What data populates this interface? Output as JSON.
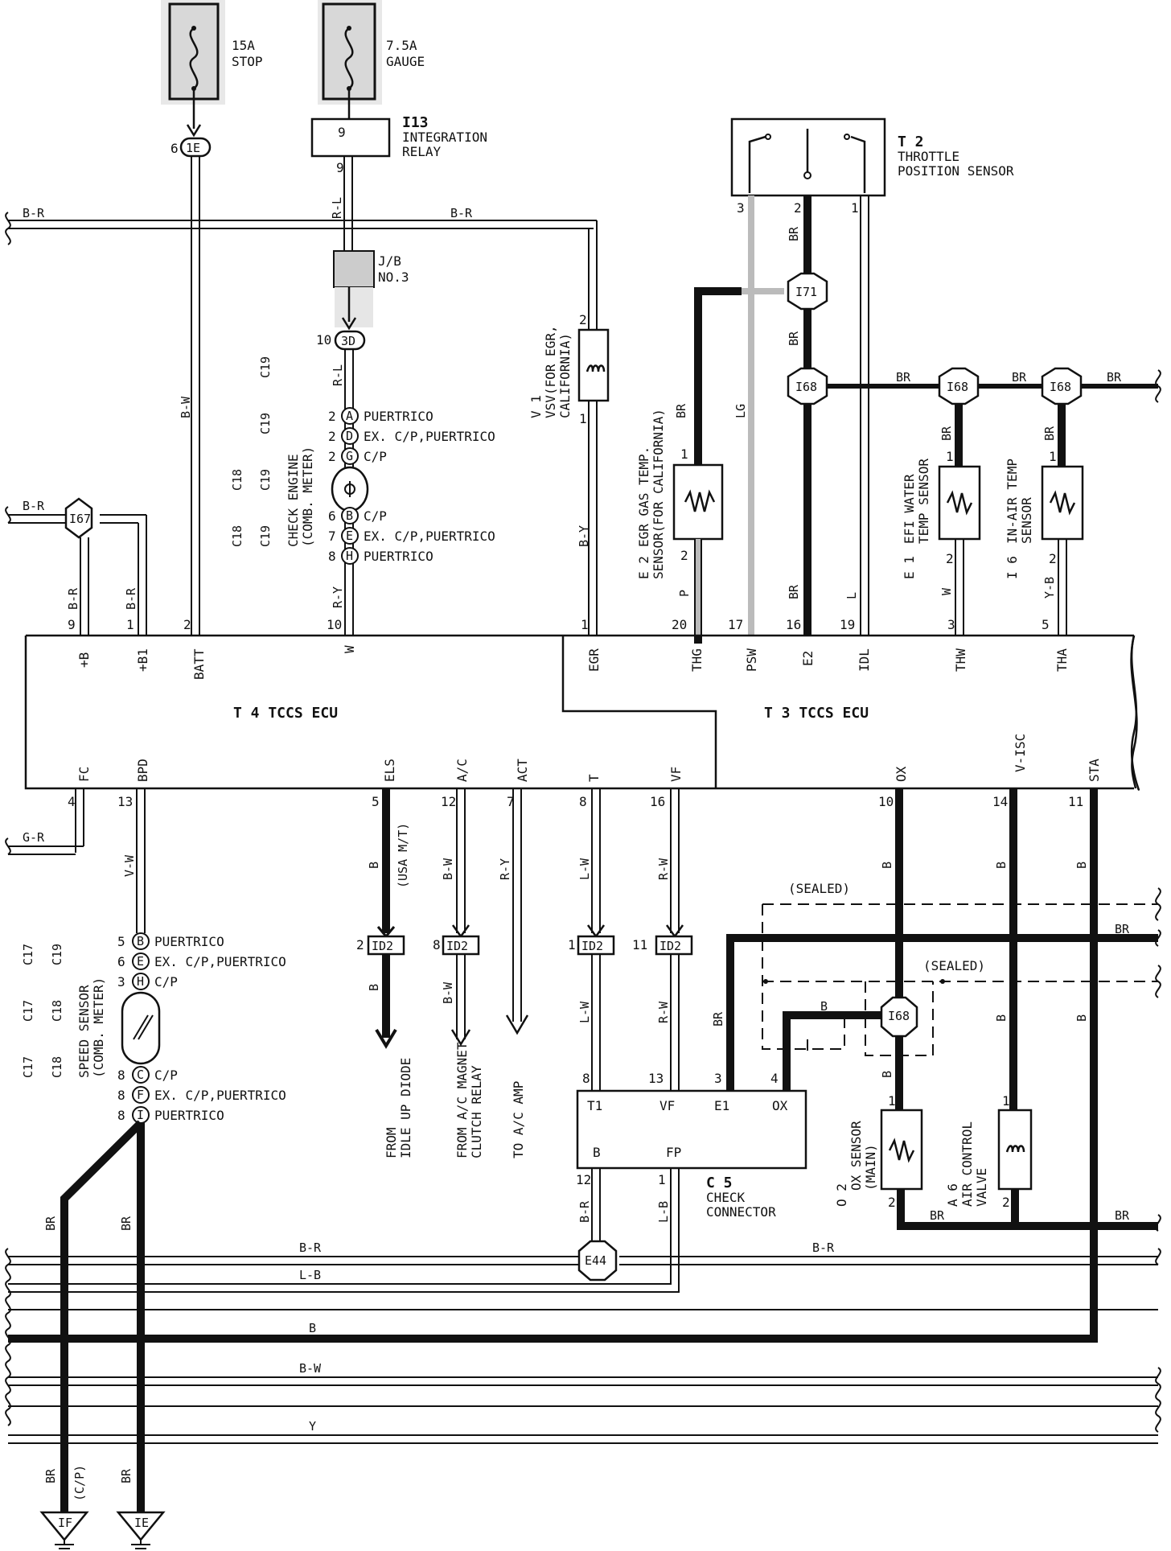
{
  "fuses": [
    {
      "amps": "15A",
      "name": "STOP"
    },
    {
      "amps": "7.5A",
      "name": "GAUGE"
    }
  ],
  "relay": {
    "id": "I13",
    "line1": "INTEGRATION",
    "line2": "RELAY",
    "pin_in": "9",
    "pin_out": "9"
  },
  "junction_block": {
    "line1": "J/B",
    "line2": "NO.3",
    "connector": "3D",
    "pin": "10"
  },
  "connector_1e": {
    "id": "1E",
    "pin": "6"
  },
  "sensors": {
    "throttle": {
      "id": "T 2",
      "line1": "THROTTLE",
      "line2": "POSITION SENSOR",
      "pins": [
        "3",
        "2",
        "1"
      ]
    },
    "vsv": {
      "id": "V 1",
      "line1": "VSV(FOR EGR,",
      "line2": "CALIFORNIA)",
      "pin_top": "2",
      "pin_bot": "1"
    },
    "egr_temp": {
      "id": "E 2",
      "line1": "EGR GAS TEMP.",
      "line2": "SENSOR(FOR CALIFORNIA)",
      "pin_top": "1",
      "pin_bot": "2"
    },
    "efi_water": {
      "id": "E 1",
      "line1": "EFI WATER",
      "line2": "TEMP SENSOR",
      "pin_top": "1",
      "pin_bot": "2"
    },
    "in_air": {
      "id": "I 6",
      "line1": "IN-AIR TEMP",
      "line2": "SENSOR",
      "pin_top": "1",
      "pin_bot": "2"
    },
    "ox": {
      "id": "O 2",
      "line1": "OX SENSOR",
      "line2": "(MAIN)",
      "pin_top": "1",
      "pin_bot": "2"
    },
    "air_valve": {
      "id": "A 6",
      "line1": "AIR CONTROL",
      "line2": "VALVE",
      "pin_top": "1",
      "pin_bot": "2"
    }
  },
  "check_engine": {
    "conn_b": "C18",
    "conn_b2": "C18",
    "line_a": "C19",
    "line_a2": "C19",
    "line_a3": "C19",
    "conn_h": "C19",
    "title1": "CHECK ENGINE",
    "title2": "(COMB. METER)",
    "rows_top": [
      {
        "pin": "2",
        "letter": "A",
        "label": "PUERTRICO"
      },
      {
        "pin": "2",
        "letter": "D",
        "label": "EX. C/P,PUERTRICO"
      },
      {
        "pin": "2",
        "letter": "G",
        "label": "C/P"
      }
    ],
    "rows_bot": [
      {
        "pin": "6",
        "letter": "B",
        "label": "C/P"
      },
      {
        "pin": "7",
        "letter": "E",
        "label": "EX. C/P,PUERTRICO"
      },
      {
        "pin": "8",
        "letter": "H",
        "label": "PUERTRICO"
      }
    ]
  },
  "speed_sensor": {
    "title1": "SPEED SENSOR",
    "title2": "(COMB. METER)",
    "c17": "C17",
    "c17b": "C17",
    "c17c": "C17",
    "c18": "C18",
    "c18b": "C18",
    "c19": "C19",
    "rows_top": [
      {
        "pin": "5",
        "letter": "B",
        "label": "PUERTRICO"
      },
      {
        "pin": "6",
        "letter": "E",
        "label": "EX. C/P,PUERTRICO"
      },
      {
        "pin": "3",
        "letter": "H",
        "label": "C/P"
      }
    ],
    "rows_bot": [
      {
        "pin": "8",
        "letter": "C",
        "label": "C/P"
      },
      {
        "pin": "8",
        "letter": "F",
        "label": "EX. C/P,PUERTRICO"
      },
      {
        "pin": "8",
        "letter": "I",
        "label": "PUERTRICO"
      }
    ]
  },
  "ecu": {
    "t4": "T 4 TCCS ECU",
    "t3": "T 3 TCCS ECU",
    "top_pins": [
      {
        "name": "+B",
        "pin": "9"
      },
      {
        "name": "+B1",
        "pin": "1"
      },
      {
        "name": "BATT",
        "pin": "2"
      },
      {
        "name": "W",
        "pin": "10"
      },
      {
        "name": "EGR",
        "pin": "1"
      },
      {
        "name": "THG",
        "pin": "20"
      },
      {
        "name": "PSW",
        "pin": "17"
      },
      {
        "name": "E2",
        "pin": "16"
      },
      {
        "name": "IDL",
        "pin": "19"
      },
      {
        "name": "THW",
        "pin": "3"
      },
      {
        "name": "THA",
        "pin": "5"
      }
    ],
    "bottom_pins": [
      {
        "name": "FC",
        "pin": "4"
      },
      {
        "name": "BPD",
        "pin": "13"
      },
      {
        "name": "ELS",
        "pin": "5"
      },
      {
        "name": "A/C",
        "pin": "12"
      },
      {
        "name": "ACT",
        "pin": "7"
      },
      {
        "name": "T",
        "pin": "8"
      },
      {
        "name": "VF",
        "pin": "16"
      },
      {
        "name": "OX",
        "pin": "10"
      },
      {
        "name": "V-ISC",
        "pin": "14"
      },
      {
        "name": "STA",
        "pin": "11"
      }
    ]
  },
  "wire_colors": {
    "br": "B-R",
    "br2": "B-R",
    "bw": "B-W",
    "rl": "R-L",
    "rl2": "R-L",
    "ry": "R-Y",
    "by": "B-Y",
    "brown": "BR",
    "lg": "LG",
    "p": "P",
    "l": "L",
    "w": "W",
    "yb": "Y-B",
    "gr": "G-R",
    "vw": "V-W",
    "b": "B",
    "ry2": "R-Y",
    "lw": "L-W",
    "rw": "R-W",
    "lb": "L-B",
    "y": "Y"
  },
  "id2": {
    "name": "ID2",
    "pins": [
      "2",
      "8",
      "1",
      "11"
    ]
  },
  "bottom_labels": {
    "idle": [
      "FROM",
      "IDLE UP DIODE"
    ],
    "ac": [
      "FROM A/C MAGNET",
      "CLUTCH RELAY"
    ],
    "amp": "TO A/C AMP",
    "usa_mt": "(USA M/T)"
  },
  "check_connector": {
    "id": "C 5",
    "line1": "CHECK",
    "line2": "CONNECTOR",
    "t1": "T1",
    "vf": "VF",
    "e1": "E1",
    "ox": "OX",
    "b": "B",
    "fp": "FP",
    "p8": "8",
    "p13": "13",
    "p3": "3",
    "p4": "4",
    "p12": "12",
    "p1": "1"
  },
  "sealed": "(SEALED)",
  "sealed2": "(SEALED)",
  "junctions": {
    "i67": "I67",
    "i71": "I71",
    "i68": "I68",
    "e44": "E44"
  },
  "grounds": {
    "if": "IF",
    "ie": "IE",
    "cp": "(C/P)"
  }
}
